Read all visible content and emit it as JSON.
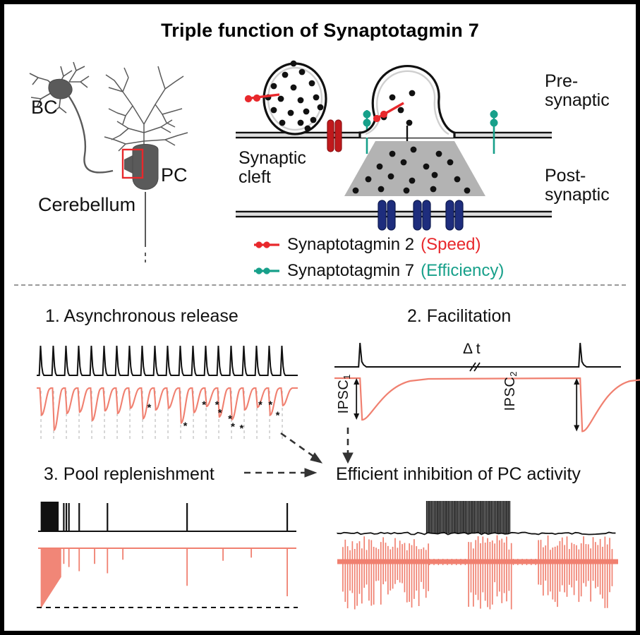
{
  "figure": {
    "title": "Triple function of Synaptotagmin 7",
    "background": "#ffffff",
    "border_color": "#000000"
  },
  "colors": {
    "syt2_red": "#e8282c",
    "syt7_teal": "#17a08a",
    "trace_red": "#f08070",
    "receptor_blue": "#1e2d7d",
    "cleft_gray": "#b3b3b3",
    "neuron_gray": "#5a5a5a",
    "divider_gray": "#9a9a9a",
    "text_black": "#111111"
  },
  "top_panel": {
    "neuron_diagram": {
      "basket_cell_label": "BC",
      "purkinje_cell_label": "PC",
      "region_label": "Cerebellum",
      "highlight_box_color": "#e8282c"
    },
    "synapse_diagram": {
      "presynaptic_label": "Pre-\nsynaptic",
      "postsynaptic_label": "Post-\nsynaptic",
      "cleft_label": "Synaptic\ncleft",
      "vesicle_dot_count": 18,
      "cleft_dot_count": 17,
      "fusing_vesicle_dot_count": 5,
      "calcium_channel_count": 1,
      "syt7_marker_count": 2,
      "postsynaptic_receptor_pairs": 3
    },
    "legend": [
      {
        "label": "Synaptotagmin 2",
        "function": "(Speed)",
        "color": "#e8282c",
        "marker": "syt2-marker-icon"
      },
      {
        "label": "Synaptotagmin 7",
        "function": "(Efficiency)",
        "color": "#17a08a",
        "marker": "syt7-marker-icon"
      }
    ]
  },
  "bottom_panel": {
    "panels": [
      {
        "id": "asynchronous-release",
        "heading": "1. Asynchronous release"
      },
      {
        "id": "facilitation",
        "heading": "2. Facilitation"
      },
      {
        "id": "pool-replenishment",
        "heading": "3. Pool replenishment"
      },
      {
        "id": "efficient-inhibition",
        "heading": "Efficient inhibition of PC activity"
      }
    ],
    "facilitation": {
      "interval_label": "Δ t",
      "ipsc1_label": "IPSC",
      "ipsc1_sub": "1",
      "ipsc2_label": "IPSC",
      "ipsc2_sub": "2",
      "break_marker": "//"
    }
  },
  "chart_data": [
    {
      "type": "line",
      "id": "asynchronous-release",
      "title": "1. Asynchronous release",
      "xlabel": "",
      "ylabel": "",
      "grid": false,
      "legend": "none",
      "series": [
        {
          "name": "presynaptic AP train",
          "color": "#111111",
          "spike_count": 20,
          "spike_times": [
            0.5,
            4.9,
            9.3,
            13.7,
            18.1,
            22.5,
            26.9,
            31.3,
            35.7,
            40.1,
            44.5,
            48.9,
            53.3,
            57.7,
            62.1,
            66.5,
            70.9,
            75.3,
            79.7,
            84.1
          ],
          "spike_amplitude": 1.0
        },
        {
          "name": "IPSC trace",
          "color": "#f08070",
          "event_times": [
            0.5,
            4.9,
            9.3,
            13.7,
            18.1,
            22.5,
            26.9,
            31.3,
            35.7,
            40.1,
            44.5,
            48.9,
            53.3,
            57.7,
            62.1,
            66.5,
            70.9,
            75.3,
            79.7,
            84.1
          ],
          "event_depths": [
            0.62,
            0.96,
            0.58,
            0.55,
            0.74,
            0.52,
            0.58,
            0.46,
            0.7,
            0.5,
            0.46,
            0.8,
            0.56,
            0.42,
            0.66,
            0.72,
            0.5,
            0.44,
            0.62,
            0.4
          ]
        }
      ],
      "annotations": {
        "asterisk_marker": "*",
        "asterisk_count": 11,
        "asterisk_positions": [
          {
            "x": 38.0,
            "y": 0.36
          },
          {
            "x": 50.5,
            "y": 0.78
          },
          {
            "x": 57.0,
            "y": 0.3
          },
          {
            "x": 61.5,
            "y": 0.3
          },
          {
            "x": 62.5,
            "y": 0.48
          },
          {
            "x": 66.0,
            "y": 0.62
          },
          {
            "x": 67.0,
            "y": 0.8
          },
          {
            "x": 76.5,
            "y": 0.3
          },
          {
            "x": 80.0,
            "y": 0.3
          },
          {
            "x": 82.5,
            "y": 0.54
          },
          {
            "x": 70.0,
            "y": 0.84
          }
        ],
        "alignment_lines": "gray dashed vertical"
      }
    },
    {
      "type": "line",
      "id": "facilitation",
      "title": "2. Facilitation",
      "xlabel": "",
      "ylabel": "",
      "grid": false,
      "legend": "none",
      "series": [
        {
          "name": "presynaptic AP pair",
          "color": "#111111",
          "spike_times": [
            8,
            88
          ],
          "spike_amplitude": 1.0
        },
        {
          "name": "IPSC pair",
          "color": "#f08070",
          "event_times": [
            8,
            88
          ],
          "event_depths": [
            0.72,
            0.92
          ],
          "note": "IPSC2 larger than IPSC1 (facilitation)"
        }
      ],
      "annotations": {
        "interval_label": "Δ t",
        "ipsc1_label": "IPSC1",
        "ipsc2_label": "IPSC2",
        "axis_break": "//"
      }
    },
    {
      "type": "line",
      "id": "pool-replenishment",
      "title": "3. Pool replenishment",
      "xlabel": "",
      "ylabel": "",
      "grid": false,
      "legend": "none",
      "series": [
        {
          "name": "presynaptic burst + sparse spikes",
          "color": "#111111",
          "burst_start": 1,
          "burst_end": 8,
          "sparse_spike_times": [
            10,
            11,
            12,
            16,
            27,
            58,
            97
          ]
        },
        {
          "name": "IPSC trace",
          "color": "#f08070",
          "depression_start": 1,
          "depression_end": 9,
          "recovery_event_times": [
            10,
            12,
            16,
            22,
            27,
            33,
            58,
            72,
            83,
            97
          ],
          "recovery_event_depths": [
            0.3,
            0.36,
            0.44,
            0.3,
            0.48,
            0.22,
            0.72,
            0.24,
            0.18,
            0.92
          ]
        }
      ],
      "annotations": {
        "baseline": "black dashed horizontal line"
      }
    },
    {
      "type": "line",
      "id": "efficient-inhibition",
      "title": "Efficient inhibition of PC activity",
      "xlabel": "",
      "ylabel": "",
      "grid": false,
      "legend": "none",
      "series": [
        {
          "name": "BC stimulation burst",
          "color": "#111111",
          "burst_start": 32,
          "burst_end": 62,
          "baseline_noise": true
        },
        {
          "name": "PC firing",
          "color": "#f08070",
          "active_windows": [
            [
              2,
              33
            ],
            [
              47,
              63
            ],
            [
              72,
              99
            ]
          ],
          "suppressed_windows": [
            [
              33,
              47
            ],
            [
              63,
              72
            ]
          ]
        }
      ],
      "annotations": {
        "note": "PC firing suppressed during and after BC burst"
      }
    }
  ],
  "flow_arrows": [
    {
      "name": "arrow-panel1-to-inhibition",
      "style": "dashed",
      "direction": "diagonal-down-right"
    },
    {
      "name": "arrow-panel2-to-inhibition",
      "style": "dashed",
      "direction": "down"
    },
    {
      "name": "arrow-panel3-to-inhibition",
      "style": "dashed",
      "direction": "right"
    }
  ]
}
